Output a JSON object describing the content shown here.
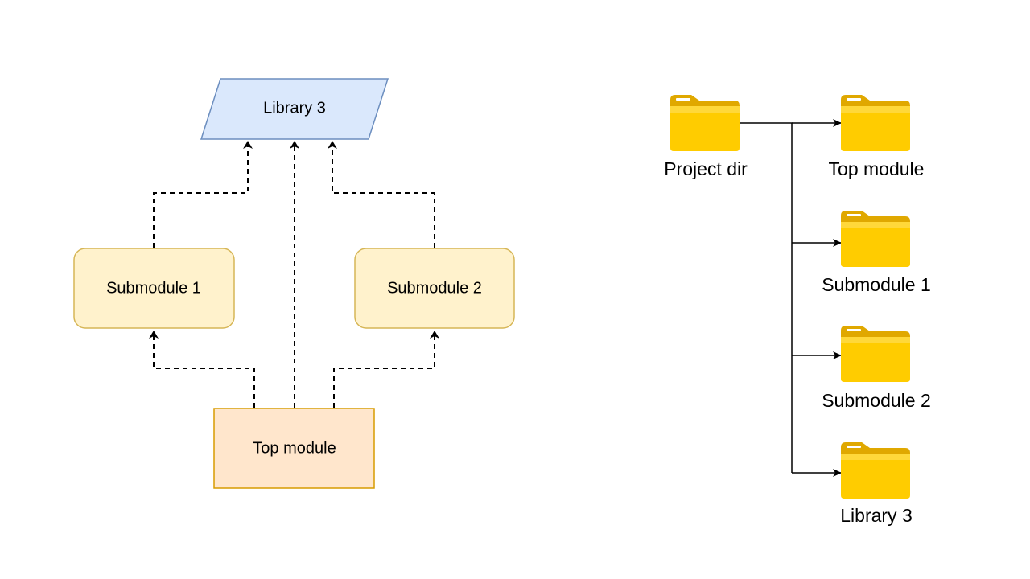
{
  "dependency_diagram": {
    "library": {
      "label": "Library 3",
      "fill": "#dae8fc",
      "stroke": "#6c8ebf"
    },
    "submodule1": {
      "label": "Submodule 1",
      "fill": "#fff2cc",
      "stroke": "#d6b656"
    },
    "submodule2": {
      "label": "Submodule 2",
      "fill": "#fff2cc",
      "stroke": "#d6b656"
    },
    "top_module": {
      "label": "Top module",
      "fill": "#ffe6cc",
      "stroke": "#d79b00"
    }
  },
  "folder_tree": {
    "root": {
      "label": "Project dir",
      "icon": "folder-icon"
    },
    "children": [
      {
        "label": "Top module",
        "icon": "folder-icon"
      },
      {
        "label": "Submodule 1",
        "icon": "folder-icon"
      },
      {
        "label": "Submodule 2",
        "icon": "folder-icon"
      },
      {
        "label": "Library 3",
        "icon": "folder-icon"
      }
    ],
    "folder_colors": {
      "tab": "#e0a800",
      "body": "#ffcc00",
      "body_light": "#ffd83a"
    }
  }
}
